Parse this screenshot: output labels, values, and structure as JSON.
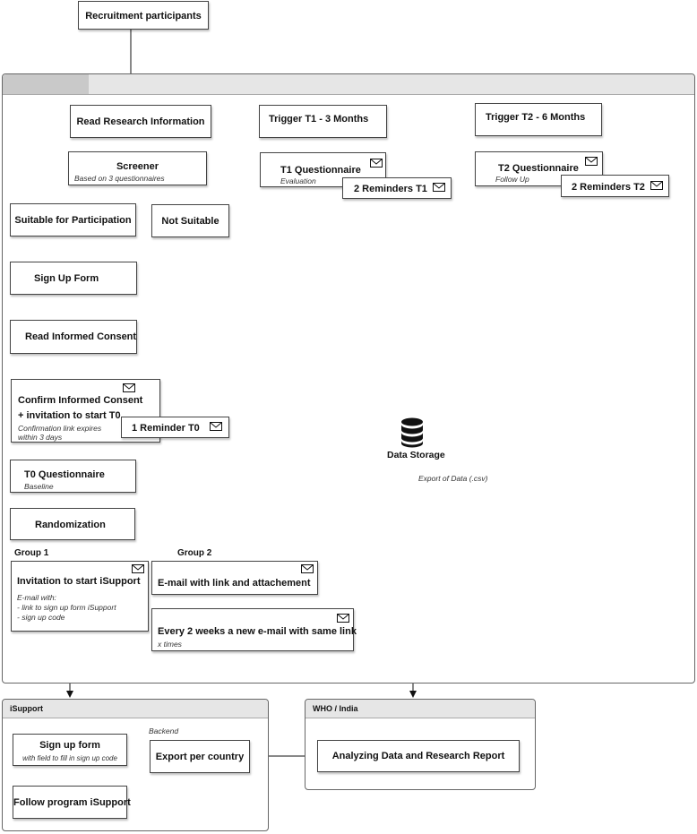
{
  "top": {
    "recruitment": "Recruitment participants"
  },
  "main": {
    "read_info": "Read Research Information",
    "screener_title": "Screener",
    "screener_sub": "Based on 3 questionnaires",
    "suitable": "Suitable for Participation",
    "not_suitable": "Not Suitable",
    "signup_form": "Sign Up Form",
    "read_consent": "Read Informed Consent",
    "confirm_line1": "Confirm Informed Consent",
    "confirm_line2": "+ invitation to start T0",
    "confirm_sub1": "Confirmation link expires",
    "confirm_sub2": "within 3 days",
    "reminder_t0": "1 Reminder T0",
    "t0_title": "T0 Questionnaire",
    "t0_sub": "Baseline",
    "randomization": "Randomization",
    "group1": "Group 1",
    "group2": "Group 2",
    "invite_title": "Invitation to start iSupport",
    "invite_sub1": "E-mail with:",
    "invite_sub2": "- link to sign up form iSupport",
    "invite_sub3": "- sign up code",
    "email_link": "E-mail with link and attachement",
    "every2": "Every 2 weeks a new e-mail with same link",
    "every2_sub": "x times",
    "trigger_t1": "Trigger T1 - 3 Months",
    "t1_title": "T1 Questionnaire",
    "t1_sub": "Evaluation",
    "reminders_t1": "2 Reminders T1",
    "trigger_t2": "Trigger T2 - 6 Months",
    "t2_title": "T2 Questionnaire",
    "t2_sub": "Follow Up",
    "reminders_t2": "2 Reminders T2",
    "data_storage": "Data Storage",
    "export_csv": "Export of Data (.csv)"
  },
  "isupport": {
    "title": "iSupport",
    "signup_title": "Sign up form",
    "signup_sub": "with field to fill in sign up code",
    "follow": "Follow program iSupport",
    "backend": "Backend",
    "export_country": "Export per country"
  },
  "who": {
    "title": "WHO / India",
    "analyzing": "Analyzing Data and Research Report"
  },
  "icons": {
    "mail": "envelope-icon",
    "db": "database-icon"
  }
}
